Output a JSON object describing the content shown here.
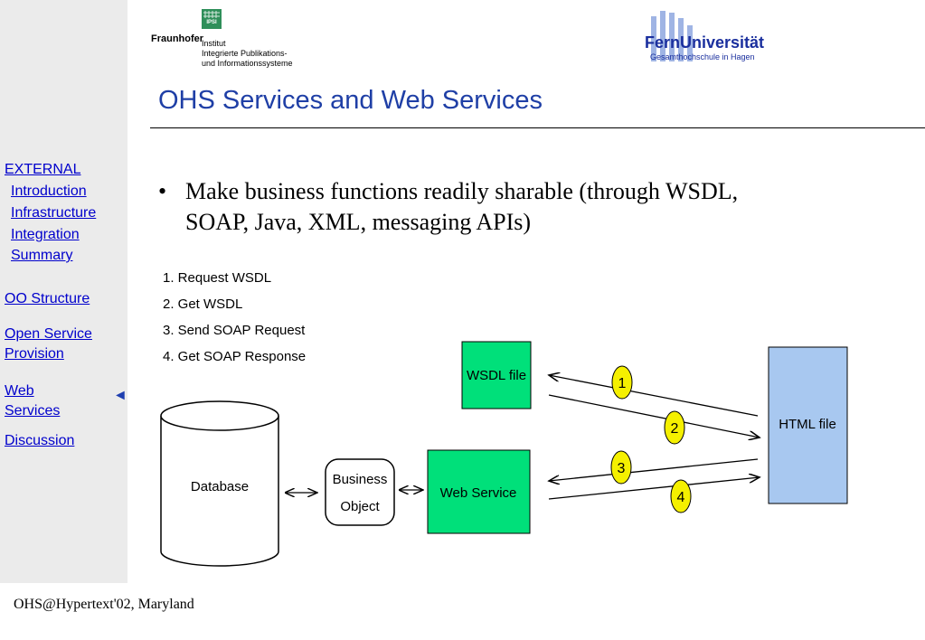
{
  "header": {
    "fraunhofer": {
      "name": "Fraunhofer",
      "logo_text": "IPSI",
      "lines": [
        "Institut",
        "Integrierte Publikations-",
        "und Informationssysteme"
      ]
    },
    "fernuni": {
      "name": "FernUniversität",
      "subtitle": "Gesamthochschule in Hagen"
    }
  },
  "title": "OHS Services and Web Services",
  "sidebar": {
    "items": [
      {
        "label": "EXTERNAL",
        "level": 0
      },
      {
        "label": "Introduction",
        "level": 1
      },
      {
        "label": "Infrastructure",
        "level": 1
      },
      {
        "label": "Integration",
        "level": 1
      },
      {
        "label": "Summary",
        "level": 1
      },
      {
        "label": "OO Structure",
        "level": 0
      },
      {
        "label": "Open Service",
        "level": 0
      },
      {
        "label": "Provision",
        "level": 0
      },
      {
        "label": "Web",
        "level": 0
      },
      {
        "label": "Services",
        "level": 0
      },
      {
        "label": "Discussion",
        "level": 0
      }
    ],
    "current_marker": "◄"
  },
  "bullet": {
    "symbol": "•",
    "text": "Make business functions readily sharable (through WSDL, SOAP, Java, XML, messaging APIs)"
  },
  "diagram": {
    "steps": [
      "1. Request WSDL",
      "2. Get WSDL",
      "3. Send SOAP Request",
      "4. Get SOAP Response"
    ],
    "nodes": {
      "database": "Database",
      "business_object_line1": "Business",
      "business_object_line2": "Object",
      "web_service": "Web Service",
      "wsdl_file": "WSDL file",
      "html_file": "HTML file"
    },
    "markers": [
      "1",
      "2",
      "3",
      "4"
    ],
    "colors": {
      "green_box": "#00e07a",
      "html_box": "#a8c8f0",
      "marker": "#f5f000"
    }
  },
  "footer": "OHS@Hypertext'02, Maryland"
}
